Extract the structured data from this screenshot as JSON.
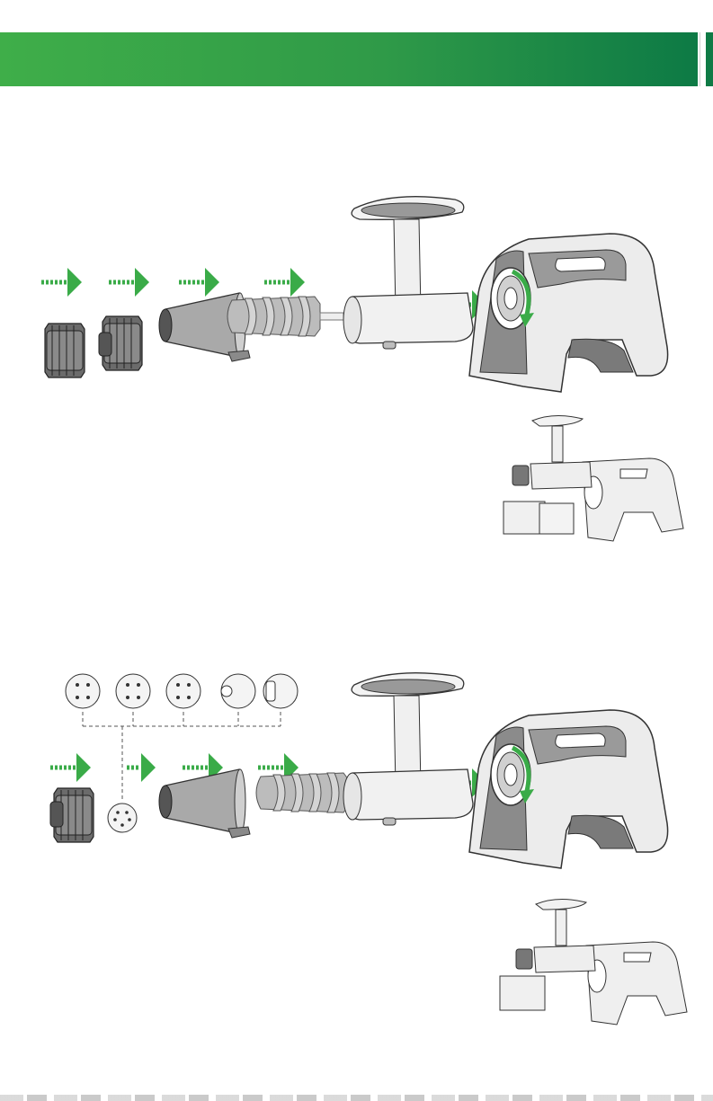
{
  "page": {
    "header_color_start": "#3fae49",
    "header_color_end": "#0d7a45",
    "arrow_color": "#3aab48",
    "icons": {
      "arrow": "green-right-arrow-icon",
      "rotate": "rotate-clockwise-icon"
    }
  },
  "sections": [
    {
      "id": "juicing-assembly",
      "parts_left_to_right": [
        "end-cap",
        "juicing-cap",
        "juicing-screen",
        "auger",
        "juicing-drum",
        "motor-base"
      ],
      "result": "assembled-juicer-with-cups"
    },
    {
      "id": "nozzle-assembly",
      "nozzle_options": [
        "nozzle-1",
        "nozzle-2",
        "nozzle-3",
        "nozzle-4",
        "nozzle-5"
      ],
      "parts_left_to_right": [
        "nozzle-cap",
        "nozzle",
        "homogenizing-cone",
        "auger",
        "juicing-drum",
        "motor-base"
      ],
      "result": "assembled-juicer-with-cup"
    }
  ]
}
